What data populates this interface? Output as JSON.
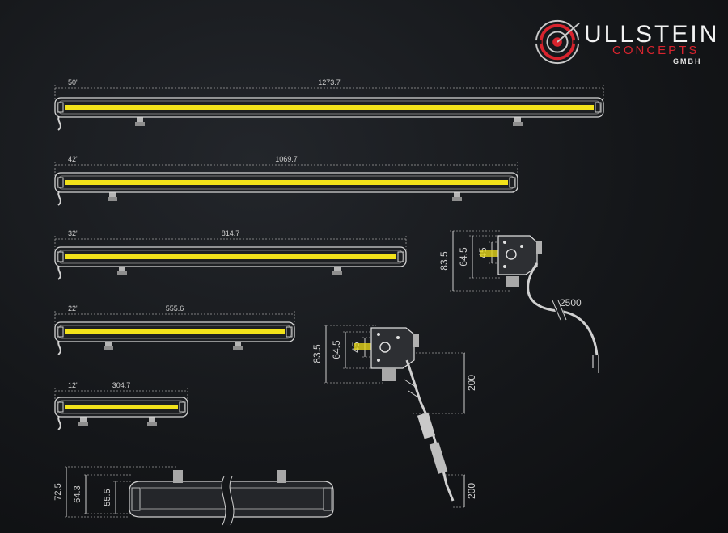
{
  "brand": {
    "name": "ULLSTEIN",
    "sub": "CONCEPTS",
    "suffix": "GMBH",
    "colors": {
      "accent": "#d8242e",
      "text": "#f2f2f2",
      "led": "#f2e21a"
    }
  },
  "bars": [
    {
      "inch": "50\"",
      "length": "1273.7"
    },
    {
      "inch": "42\"",
      "length": "1069.7"
    },
    {
      "inch": "32\"",
      "length": "814.7"
    },
    {
      "inch": "22\"",
      "length": "555.6"
    },
    {
      "inch": "12\"",
      "length": "304.7"
    }
  ],
  "side_view_top": {
    "h_total": "83.5",
    "h_mid": "64.5",
    "h_inner": "45",
    "cable": "2500"
  },
  "side_view_mid": {
    "h_total": "83.5",
    "h_mid": "64.5",
    "h_inner": "45",
    "cable_a": "200",
    "cable_b": "200"
  },
  "front_view": {
    "h_total": "72.5",
    "h_mid": "64.3",
    "h_inner": "55.5"
  }
}
